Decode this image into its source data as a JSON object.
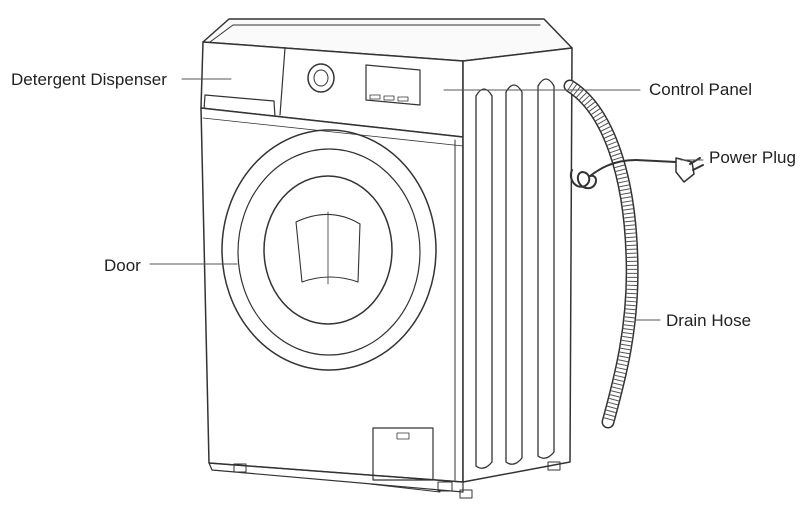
{
  "labels": {
    "detergent_dispenser": "Detergent Dispenser",
    "door": "Door",
    "control_panel": "Control Panel",
    "power_plug": "Power Plug",
    "drain_hose": "Drain Hose"
  },
  "colors": {
    "line": "#333333",
    "text": "#222222",
    "background": "#ffffff"
  }
}
